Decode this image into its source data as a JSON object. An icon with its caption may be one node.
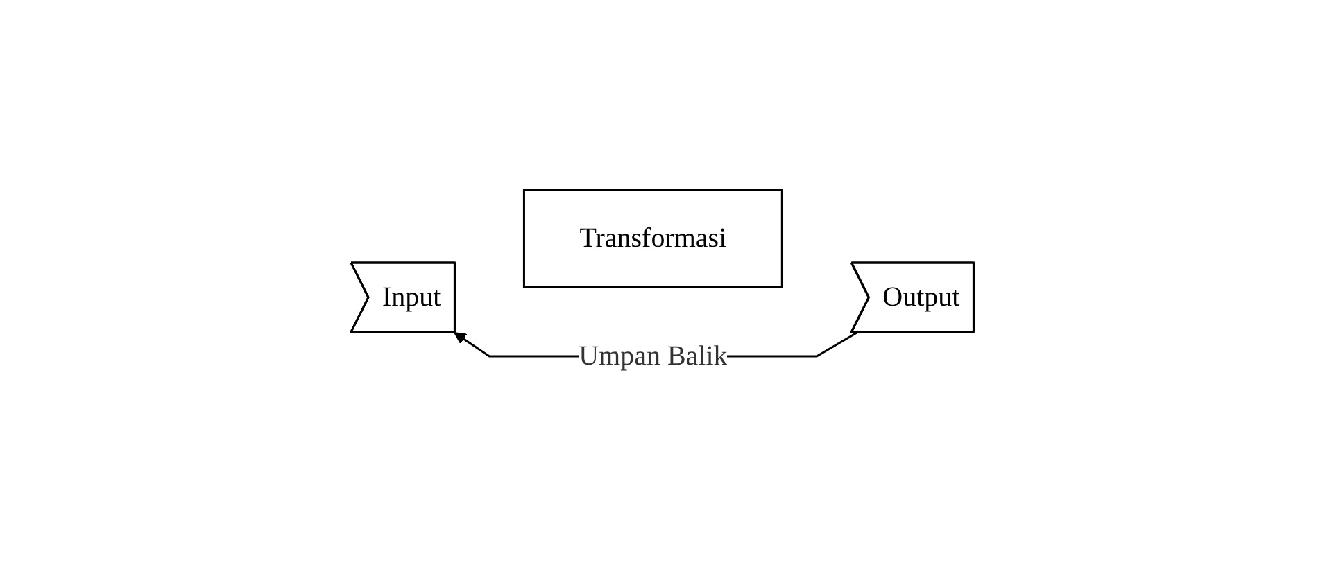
{
  "diagram": {
    "nodes": [
      {
        "text": [
          "Input"
        ]
      },
      {
        "text": [
          "Transformasi"
        ]
      },
      {
        "text": [
          "Output"
        ]
      }
    ],
    "edges": [
      {
        "from": 2,
        "to": 0,
        "arrow": "to",
        "label": "Umpan Balik"
      }
    ]
  }
}
